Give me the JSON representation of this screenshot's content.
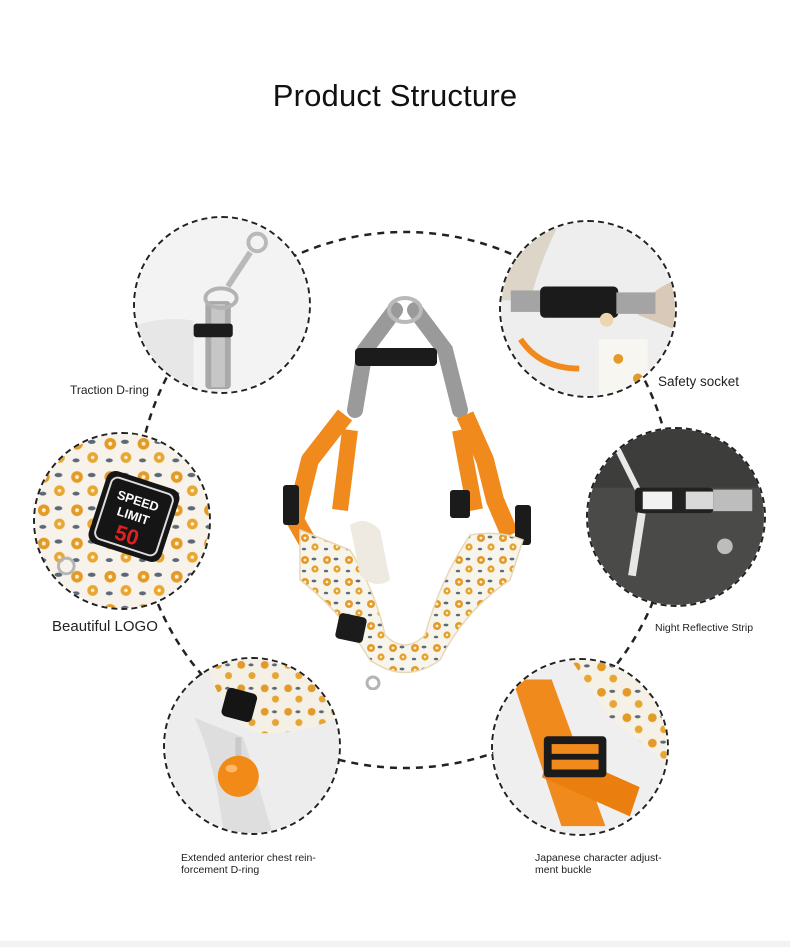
{
  "page": {
    "title": "Product Structure"
  },
  "features": [
    {
      "id": "traction",
      "label": "Traction D-ring"
    },
    {
      "id": "safety",
      "label": "Safety socket"
    },
    {
      "id": "logo",
      "label": "Beautiful LOGO"
    },
    {
      "id": "reflective",
      "label": "Night Reflective Strip"
    },
    {
      "id": "chest",
      "label_line1": "Extended anterior chest rein-",
      "label_line2": "forcement D-ring"
    },
    {
      "id": "buckle",
      "label_line1": "Japanese character adjust-",
      "label_line2": "ment buckle"
    }
  ],
  "badge": {
    "line1": "SPEED",
    "line2": "LIMIT",
    "number": "50"
  },
  "colors": {
    "accent_orange": "#f08a1c",
    "strap_gray": "#9a9a9a",
    "buckle_black": "#1b1b1b",
    "dash": "#222222"
  }
}
